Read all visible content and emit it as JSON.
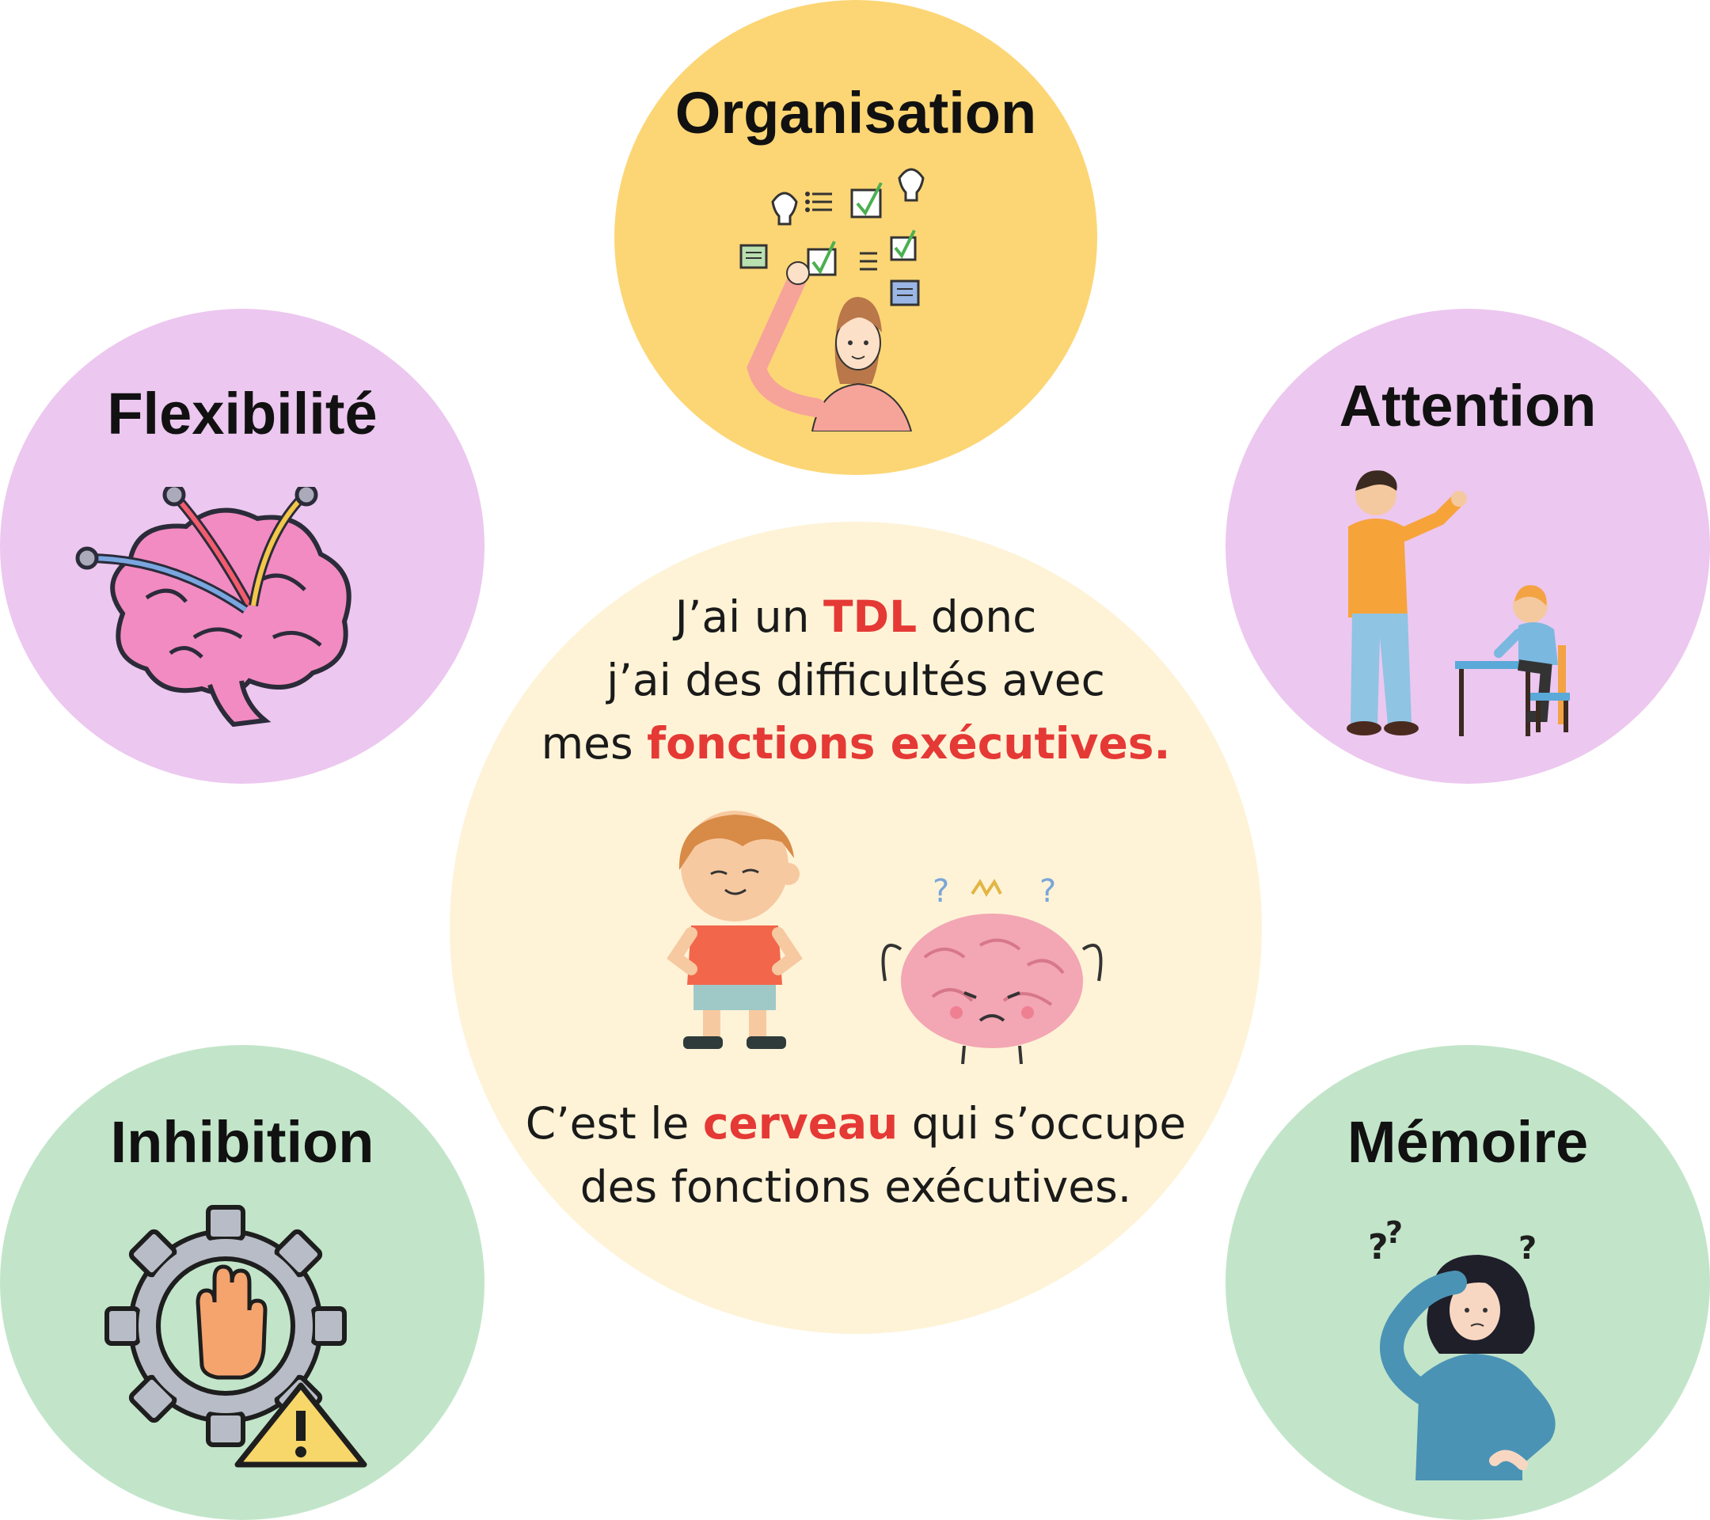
{
  "nodes": {
    "organisation": {
      "title": "Organisation",
      "icon": "woman-planning-checklist-icon"
    },
    "flexibilite": {
      "title": "Flexibilité",
      "icon": "brain-with-wires-icon"
    },
    "attention": {
      "title": "Attention",
      "icon": "teacher-and-child-icon"
    },
    "inhibition": {
      "title": "Inhibition",
      "icon": "gear-stop-hand-warning-icon"
    },
    "memoire": {
      "title": "Mémoire",
      "icon": "confused-woman-icon"
    }
  },
  "center": {
    "line1_a": "J’ai un ",
    "line1_b": "TDL",
    "line1_c": " donc",
    "line2": "j’ai des difficultés avec",
    "line3_a": "mes ",
    "line3_b": "fonctions exécutives.",
    "line4_a": "C’est le ",
    "line4_b": "cerveau",
    "line4_c": " qui s’occupe",
    "line5": "des fonctions exécutives.",
    "icons": [
      "boy-icon",
      "confused-brain-icon"
    ]
  },
  "colors": {
    "yellow": "#fcd675",
    "purple": "#ecc7ef",
    "green": "#c2e5c9",
    "center": "#fef3d7",
    "accent_red": "#e53935"
  }
}
